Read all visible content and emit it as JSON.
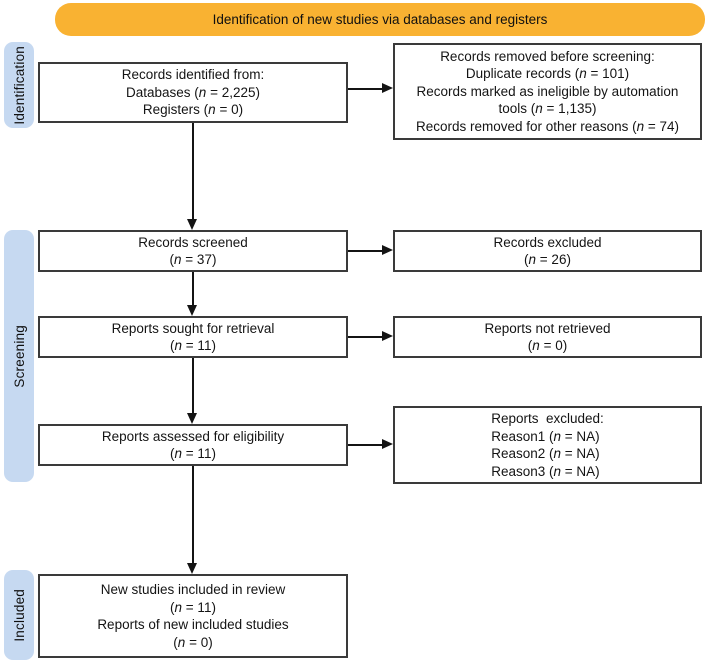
{
  "banner": {
    "label": "Identification of new studies via databases and registers"
  },
  "colors": {
    "banner_bg": "#F9B232",
    "stage_bg": "#C6D9F1",
    "box_border": "#3A3A3A",
    "line": "#141414"
  },
  "stages": [
    {
      "label": "Identification"
    },
    {
      "label": "Screening"
    },
    {
      "label": "Included"
    }
  ],
  "flow": {
    "records_identified": {
      "lines": [
        "Records identified from:",
        "Databases (n = 2,225)",
        "Registers (n = 0)"
      ]
    },
    "records_removed": {
      "lines": [
        "Records removed before screening:",
        "Duplicate records (n = 101)",
        "Records marked as ineligible by automation",
        "tools (n = 1,135)",
        "Records removed for other reasons (n = 74)"
      ]
    },
    "records_screened": {
      "lines": [
        "Records screened",
        "(n = 37)"
      ]
    },
    "records_excluded": {
      "lines": [
        "Records excluded",
        "(n = 26)"
      ]
    },
    "reports_sought": {
      "lines": [
        "Reports sought for retrieval",
        "(n = 11)"
      ]
    },
    "reports_not_retrieved": {
      "lines": [
        "Reports not retrieved",
        "(n = 0)"
      ]
    },
    "reports_assessed": {
      "lines": [
        "Reports assessed for eligibility",
        "(n = 11)"
      ]
    },
    "reports_excluded": {
      "lines": [
        "Reports  excluded:",
        "Reason1 (n = NA)",
        "Reason2 (n = NA)",
        "Reason3 (n = NA)"
      ]
    },
    "new_studies_included": {
      "lines": [
        "New studies included in review",
        "(n = 11)",
        "Reports of new included studies",
        "(n = 0)"
      ]
    }
  }
}
